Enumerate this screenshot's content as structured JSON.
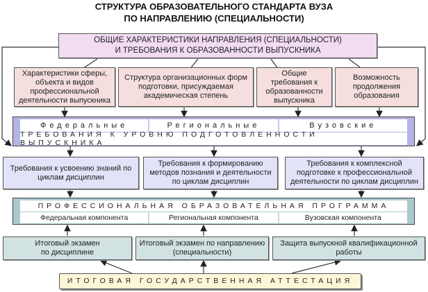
{
  "title": {
    "line1": "СТРУКТУРА ОБРАЗОВАТЕЛЬНОГО СТАНДАРТА ВУЗА",
    "line2": "ПО НАПРАВЛЕНИЮ (СПЕЦИАЛЬНОСТИ)"
  },
  "top_box": {
    "line1": "ОБЩИЕ ХАРАКТЕРИСТИКИ НАПРАВЛЕНИЯ (СПЕЦИАЛЬНОСТИ)",
    "line2": "И ТРЕБОВАНИЯ К ОБРАЗОВАННОСТИ ВЫПУСКНИКА"
  },
  "level2": [
    "Характеристики сферы, объекта и видов профессиональной деятельности выпускника",
    "Структура организационных форм подготовки, присуждаемая академическая степень",
    "Общие требования к образованности выпускника",
    "Возможность продолжения образования"
  ],
  "requirements_band": {
    "cells": [
      "Федеральные",
      "Региональные",
      "Вузовские"
    ],
    "title": "ТРЕБОВАНИЯ К УРОВНЮ ПОДГОТОВЛЕННОСТИ ВЫПУСКНИКА"
  },
  "level4": [
    "Требования к усвоению знаний по циклам дисциплин",
    "Требования к формированию методов познания и деятельности по циклам дисциплин",
    "Требования к комплексной подготовке к профессиональной деятельности по циклам дисциплин"
  ],
  "program_band": {
    "title": "ПРОФЕССИОНАЛЬНАЯ ОБРАЗОВАТЕЛЬНАЯ ПРОГРАММА",
    "cells": [
      "Федеральная компонента",
      "Региональная компонента",
      "Вузовская компонента"
    ]
  },
  "level6": [
    "Итоговый экзамен по дисциплине",
    "Итоговый экзамен по направлению (специальности)",
    "Защита выпускной квалификационной работы"
  ],
  "attestation": "ИТОГОВАЯ ГОСУДАРСТВЕННАЯ АТТЕСТАЦИЯ",
  "colors": {
    "top": "#f2dcf2",
    "level2": "#f6dede",
    "band1_side": "#b4b4e6",
    "level4": "#e2e2f8",
    "band2_side": "#a9c9cd",
    "level6": "#d2e2e2",
    "scroll": "#fcf7d6"
  }
}
